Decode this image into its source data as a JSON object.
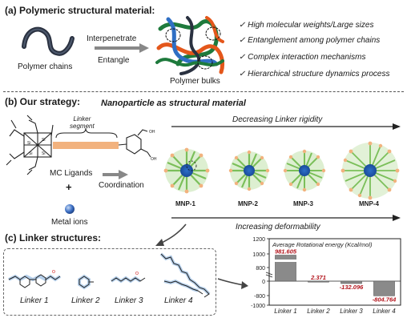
{
  "section_a": {
    "title": "(a) Polymeric structural material",
    "title_colon": ":",
    "chains_label": "Polymer chains",
    "arrow_top": "Interpenetrate",
    "arrow_bottom": "Entangle",
    "bulks_label": "Polymer bulks",
    "checklist": [
      "High molecular weights/Large sizes",
      "Entanglement among polymer chains",
      "Complex interaction mechanisms",
      "Hierarchical structure dynamics process"
    ]
  },
  "section_b": {
    "title": "(b) Our strategy:",
    "subtitle": "Nanoparticle as structural material",
    "linker_segment": "Linker\nsegment",
    "mc_ligands": "MC Ligands",
    "plus": "+",
    "metal_ions": "Metal ions",
    "coordination": "Coordination",
    "top_arrow_label": "Decreasing Linker rigidity",
    "bottom_arrow_label": "Increasing deformability",
    "mnp_labels": [
      "MNP-1",
      "MNP-2",
      "MNP-3",
      "MNP-4"
    ]
  },
  "section_c": {
    "title": "(c) Linker structures:",
    "linker_labels": [
      "Linker 1",
      "Linker 2",
      "Linker 3",
      "Linker 4"
    ]
  },
  "colors": {
    "blue_chain": "#2f79c5",
    "orange_segment": "#f2b27e",
    "red_value": "#b2141c",
    "green_particle": "#7bbf5a",
    "grey_bar": "#8a8a8a"
  },
  "chart_data": {
    "type": "bar",
    "title": "Average Rotational energy (Kcal/mol)",
    "categories": [
      "Linker 1",
      "Linker 2",
      "Linker 3",
      "Linker 4"
    ],
    "values": [
      981.605,
      2.371,
      -132.096,
      -804.764
    ],
    "value_labels": [
      "981.605",
      "2.371",
      "-132.096",
      "-804.764"
    ],
    "ytick_labels": [
      "1200",
      "1000",
      "800",
      "0",
      "-800",
      "-1000"
    ],
    "ylim": [
      -1000,
      1200
    ],
    "axis_break": true,
    "grid": false
  }
}
